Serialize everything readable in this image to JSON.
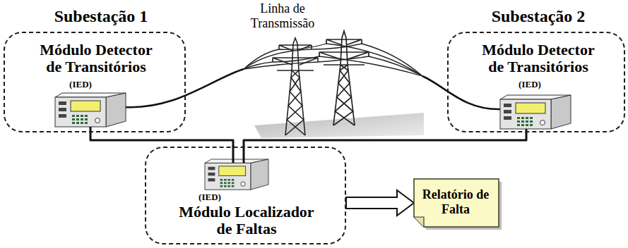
{
  "diagram": {
    "nodes": [
      {
        "text": [
          "Subestação 1",
          "Módulo Detector de Transitórios",
          "(IED)"
        ]
      },
      {
        "text": [
          "Subestação 2",
          "Módulo Detector de Transitórios",
          "(IED)"
        ]
      },
      {
        "text": [
          "(IED)",
          "Módulo Localizador de Faltas"
        ]
      },
      {
        "text": [
          "Relatório de Falta"
        ]
      }
    ],
    "edges": [
      {
        "from": 0,
        "to": 2,
        "arrow": "none"
      },
      {
        "from": 1,
        "to": 2,
        "arrow": "none"
      },
      {
        "from": 2,
        "to": 3,
        "arrow": "to"
      }
    ],
    "labels": [
      "Linha de Transmissão"
    ]
  }
}
